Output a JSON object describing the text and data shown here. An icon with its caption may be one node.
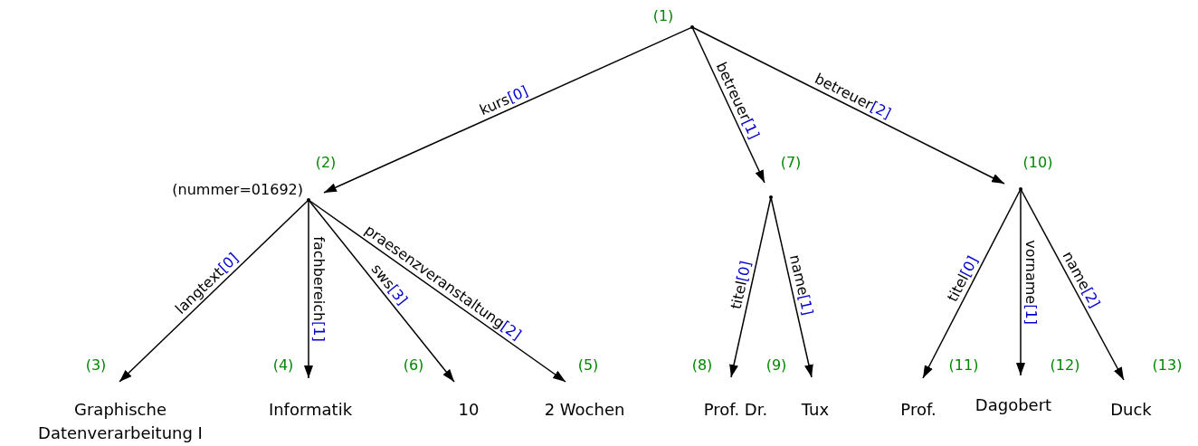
{
  "diagram": {
    "nodes": [
      {
        "text": [],
        "shape": "point",
        "beside": [
          "(1)"
        ]
      },
      {
        "text": [],
        "shape": "point",
        "beside": [
          "(2)",
          "(nummer=01692)"
        ]
      },
      {
        "text": [
          "Graphische Datenverarbeitung I"
        ],
        "beside": [
          "(3)"
        ]
      },
      {
        "text": [
          "Informatik"
        ],
        "beside": [
          "(4)"
        ]
      },
      {
        "text": [
          "10"
        ],
        "beside": [
          "(6)"
        ]
      },
      {
        "text": [
          "2 Wochen"
        ],
        "beside": [
          "(5)"
        ]
      },
      {
        "text": [],
        "shape": "point",
        "beside": [
          "(7)"
        ]
      },
      {
        "text": [
          "Prof. Dr."
        ],
        "beside": [
          "(8)"
        ]
      },
      {
        "text": [
          "Tux"
        ],
        "beside": [
          "(9)"
        ]
      },
      {
        "text": [],
        "shape": "point",
        "beside": [
          "(10)"
        ]
      },
      {
        "text": [
          "Prof."
        ],
        "beside": [
          "(11)"
        ]
      },
      {
        "text": [
          "Dagobert"
        ],
        "beside": [
          "(12)"
        ]
      },
      {
        "text": [
          "Duck"
        ],
        "beside": [
          "(13)"
        ]
      }
    ],
    "edges": [
      {
        "from": 0,
        "to": 1,
        "arrow": "to",
        "label": "kurs[0]"
      },
      {
        "from": 0,
        "to": 6,
        "arrow": "to",
        "label": "betreuer[1]"
      },
      {
        "from": 0,
        "to": 9,
        "arrow": "to",
        "label": "betreuer[2]"
      },
      {
        "from": 1,
        "to": 2,
        "arrow": "to",
        "label": "langtext[0]"
      },
      {
        "from": 1,
        "to": 3,
        "arrow": "to",
        "label": "fachbereich[1]"
      },
      {
        "from": 1,
        "to": 4,
        "arrow": "to",
        "label": "sws[3]"
      },
      {
        "from": 1,
        "to": 5,
        "arrow": "to",
        "label": "praesenzveranstaltung[2]"
      },
      {
        "from": 6,
        "to": 7,
        "arrow": "to",
        "label": "titel[0]"
      },
      {
        "from": 6,
        "to": 8,
        "arrow": "to",
        "label": "name[1]"
      },
      {
        "from": 9,
        "to": 10,
        "arrow": "to",
        "label": "titel[0]"
      },
      {
        "from": 9,
        "to": 11,
        "arrow": "to",
        "label": "vorname[1]"
      },
      {
        "from": 9,
        "to": 12,
        "arrow": "to",
        "label": "name[2]"
      }
    ]
  }
}
